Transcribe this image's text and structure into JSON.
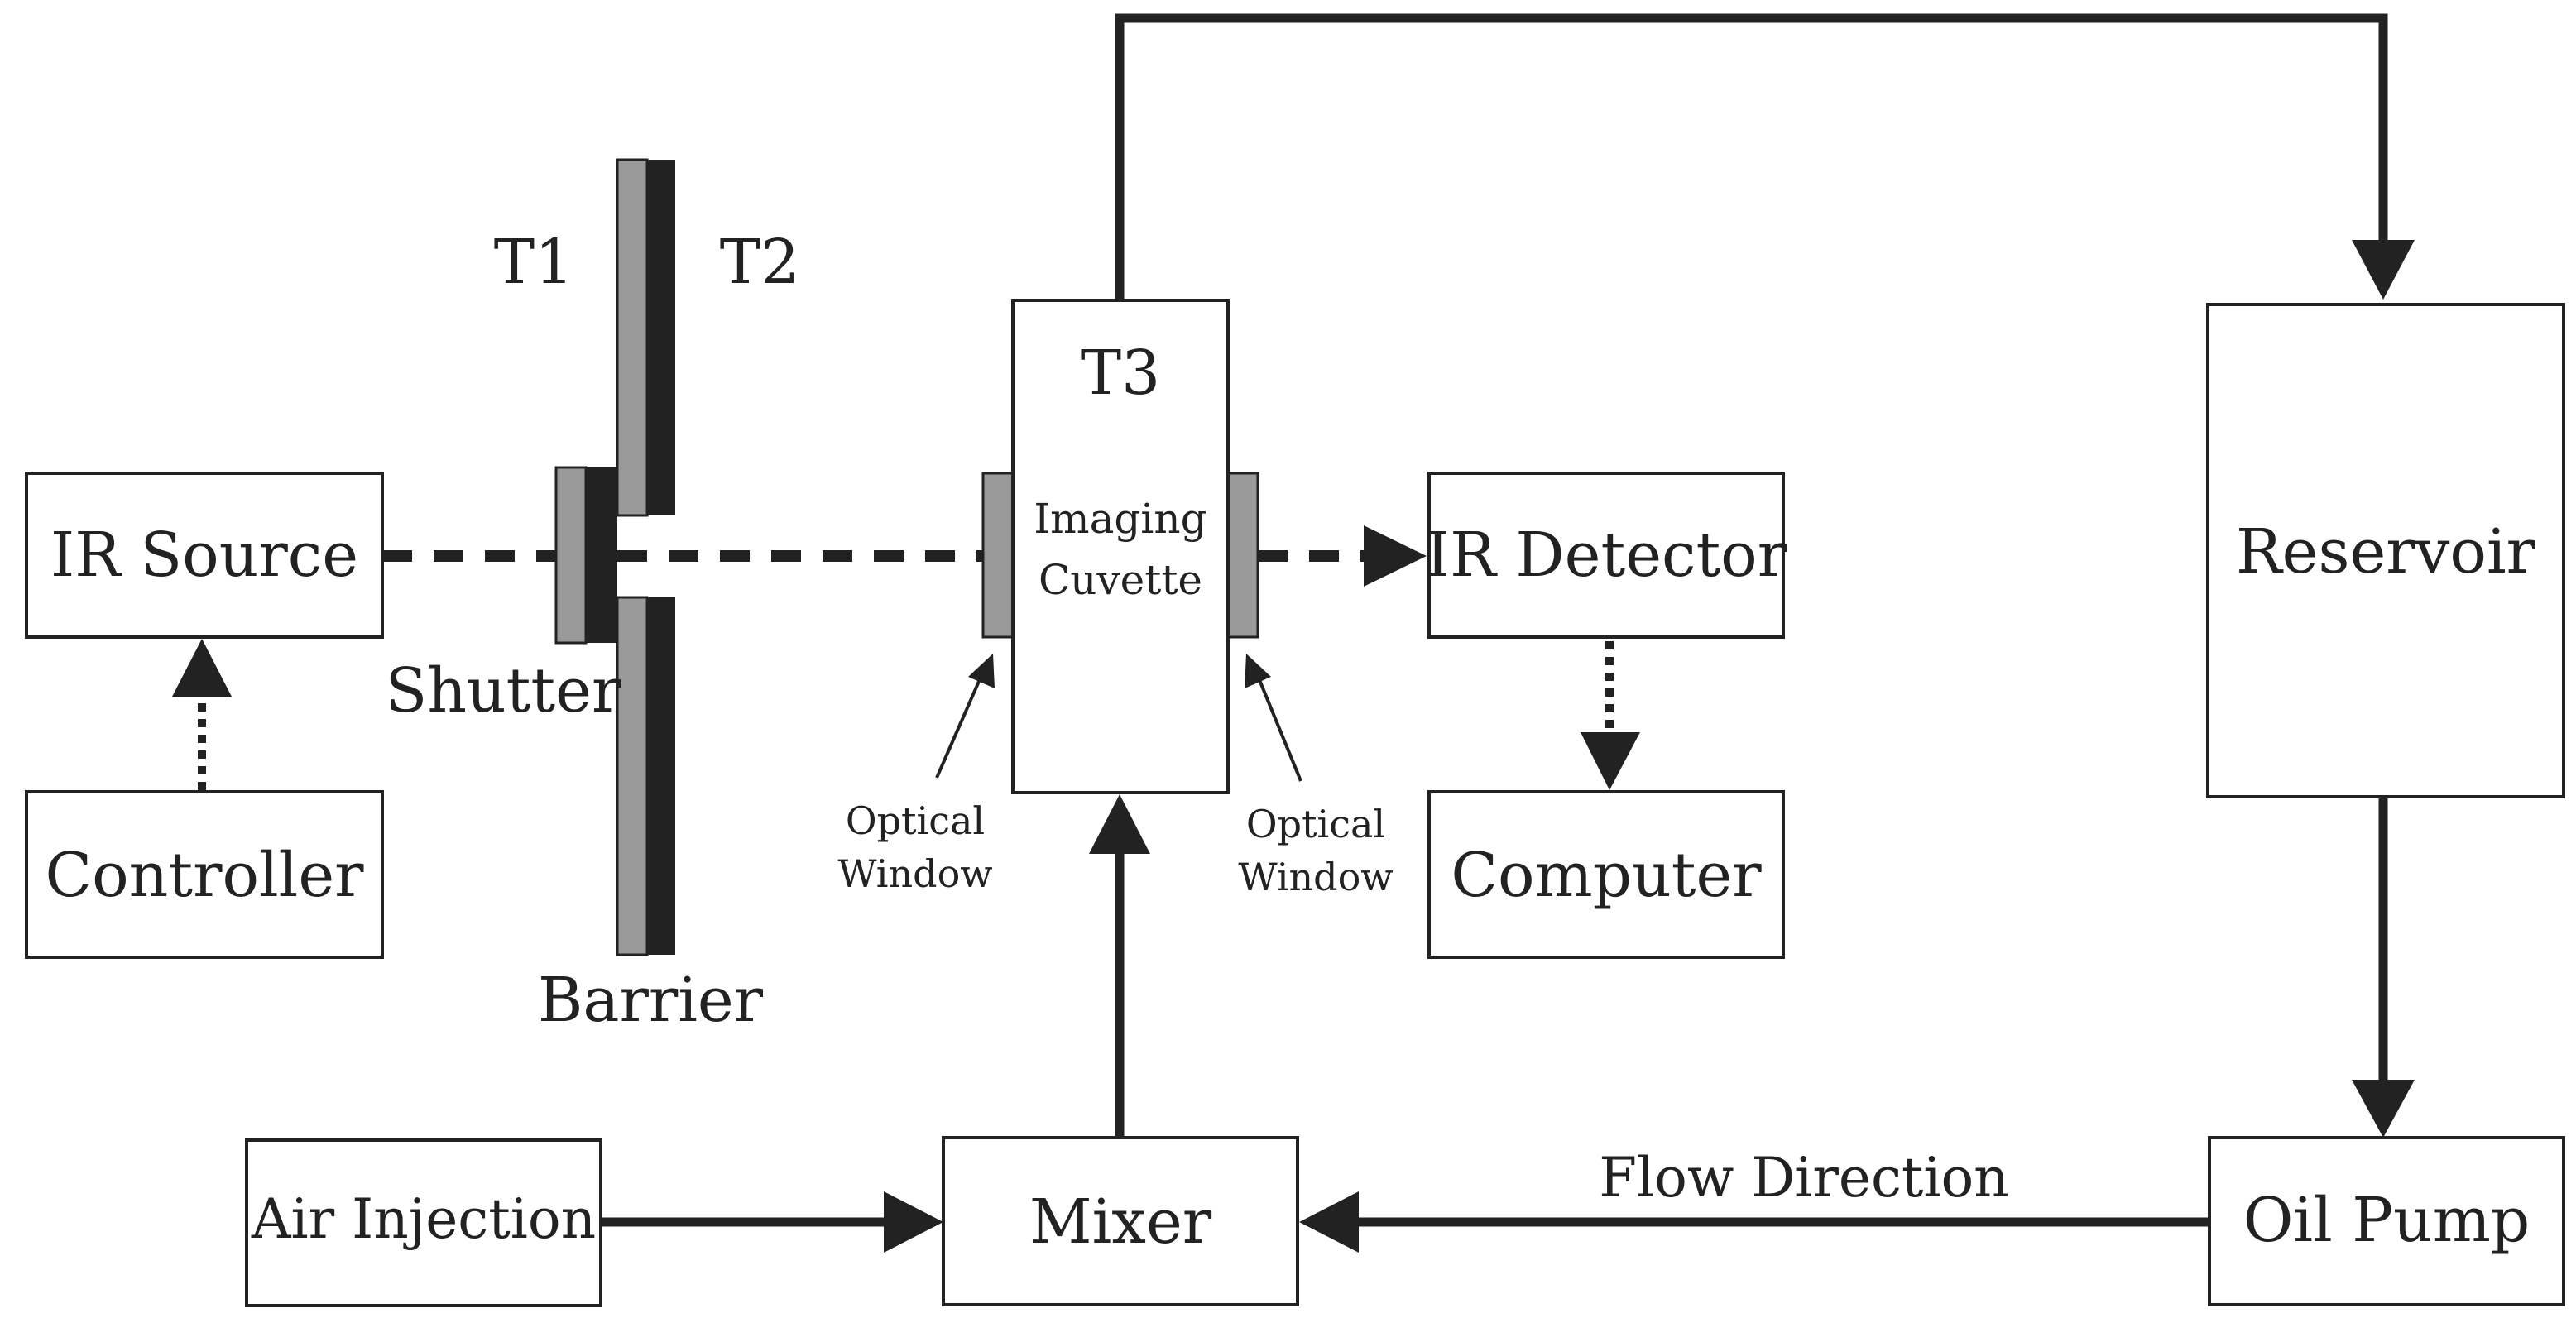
{
  "diagram": {
    "nodes": {
      "ir_source": "IR Source",
      "controller": "Controller",
      "ir_detector": "IR Detector",
      "computer": "Computer",
      "reservoir": "Reservoir",
      "oil_pump": "Oil Pump",
      "mixer": "Mixer",
      "air_injection": "Air Injection",
      "cuvette_line1": "Imaging",
      "cuvette_line2": "Cuvette"
    },
    "labels": {
      "t1": "T1",
      "t2": "T2",
      "t3": "T3",
      "shutter": "Shutter",
      "barrier": "Barrier",
      "optical_window_left_1": "Optical",
      "optical_window_left_2": "Window",
      "optical_window_right_1": "Optical",
      "optical_window_right_2": "Window",
      "flow_direction": "Flow Direction"
    },
    "edges": [
      {
        "from": "Controller",
        "to": "IR Source",
        "style": "dotted"
      },
      {
        "from": "IR Source",
        "to": "IR Detector",
        "style": "dashed",
        "via": [
          "Shutter",
          "Imaging Cuvette"
        ]
      },
      {
        "from": "IR Detector",
        "to": "Computer",
        "style": "dotted"
      },
      {
        "from": "Imaging Cuvette",
        "to": "Reservoir",
        "style": "solid"
      },
      {
        "from": "Reservoir",
        "to": "Oil Pump",
        "style": "solid"
      },
      {
        "from": "Oil Pump",
        "to": "Mixer",
        "style": "solid"
      },
      {
        "from": "Air Injection",
        "to": "Mixer",
        "style": "solid"
      },
      {
        "from": "Mixer",
        "to": "Imaging Cuvette",
        "style": "solid"
      }
    ],
    "colors": {
      "line": "#222222",
      "window_fill": "#9a9a9a",
      "background": "#ffffff"
    }
  }
}
